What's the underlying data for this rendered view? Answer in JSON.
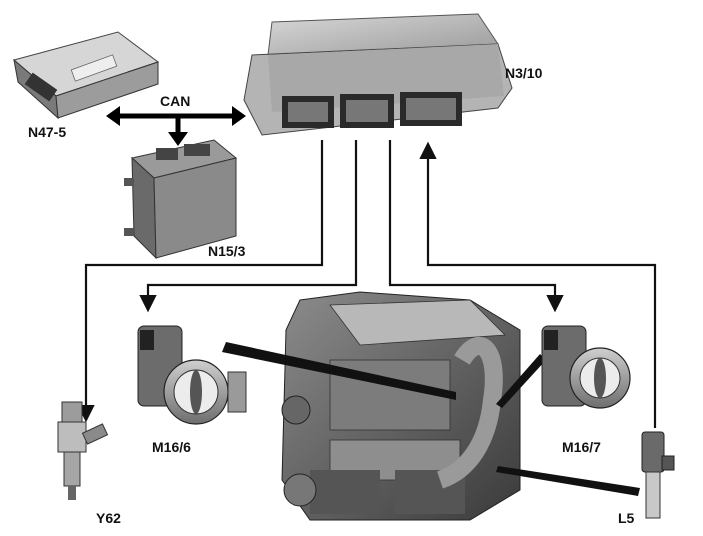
{
  "bus_label": "CAN",
  "components": {
    "engine_ecu": {
      "label": "N3/10"
    },
    "gearbox_ecu": {
      "label": "N47-5"
    },
    "control_module": {
      "label": "N15/3"
    },
    "throttle_left": {
      "label": "M16/6"
    },
    "throttle_right": {
      "label": "M16/7"
    },
    "injector": {
      "label": "Y62"
    },
    "sensor": {
      "label": "L5"
    }
  }
}
